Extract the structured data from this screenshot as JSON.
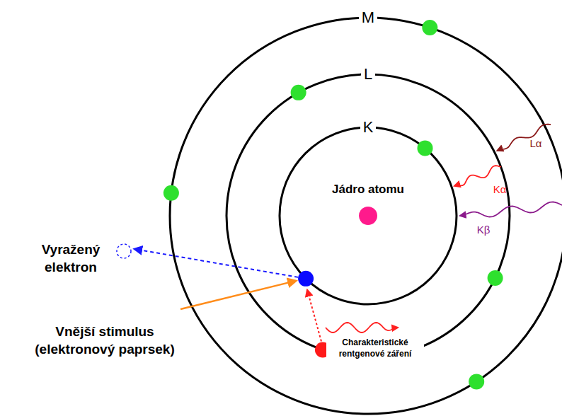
{
  "diagram": {
    "labels": [
      "M",
      "L",
      "K",
      "Lα",
      "Kα",
      "Kβ",
      "Jádro atomu",
      "Vyražený elektron",
      "Vnější stimulus (elektronový paprsek)",
      "Charakteristické rentgenové záření"
    ]
  }
}
